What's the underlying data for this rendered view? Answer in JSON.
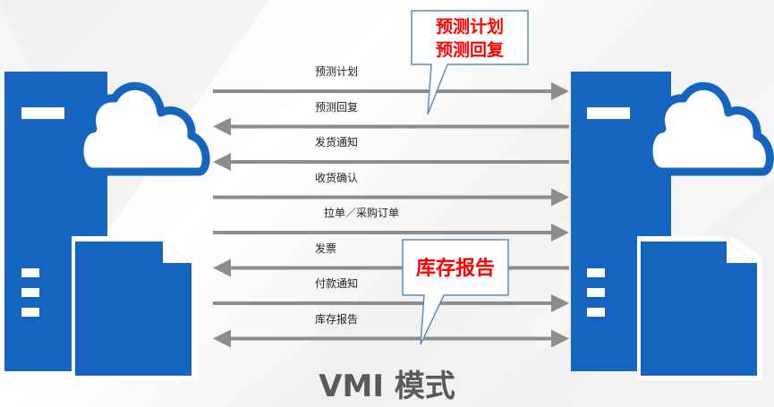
{
  "title": "VMI 模式",
  "callouts": {
    "top_line1": "预测计划",
    "top_line2": "预测回复",
    "bottom": "库存报告"
  },
  "flows": [
    {
      "label": "预测计划",
      "direction": "right"
    },
    {
      "label": "预测回复",
      "direction": "left"
    },
    {
      "label": "发货通知",
      "direction": "left"
    },
    {
      "label": "收货确认",
      "direction": "right"
    },
    {
      "label": "拉单／采购订单",
      "direction": "right"
    },
    {
      "label": "发票",
      "direction": "left"
    },
    {
      "label": "付款通知",
      "direction": "right"
    },
    {
      "label": "库存报告",
      "direction": "both"
    }
  ],
  "colors": {
    "server_blue": "#1565c0",
    "arrow_gray": "#8c8c8c",
    "callout_text": "#ff0000",
    "callout_border": "#5b8db8",
    "title_gray": "#5a5a5a"
  },
  "icons": {
    "left_node": "server-cloud-document-icon",
    "right_node": "server-cloud-document-icon"
  }
}
